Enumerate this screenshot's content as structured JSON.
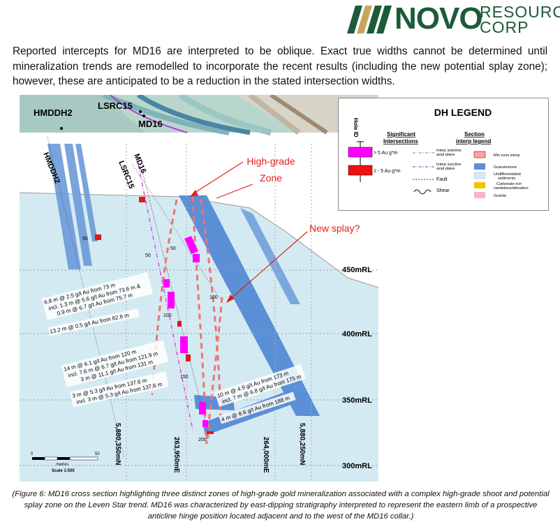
{
  "logo": {
    "brand": "NOVO",
    "line1": "RESOURCES",
    "line2": "CORP"
  },
  "intro_text": "Reported intercepts for MD16 are interpreted to be oblique. Exact true widths cannot be determined until mineralization trends are remodelled to incorporate the recent results (including the new potential splay zone); however, these are anticipated to be a reduction in the stated intersection widths.",
  "map_labels": {
    "hole_a": "HMDDH2",
    "hole_b": "LSRC15",
    "hole_c": "MD16"
  },
  "section": {
    "collar_labels": [
      "HMDDH2",
      "LSRC15",
      "MD16"
    ],
    "depth_marks": [
      "50",
      "50",
      "50",
      "100",
      "100",
      "150",
      "200"
    ],
    "rl_labels": [
      "450mRL",
      "400mRL",
      "350mRL",
      "300mRL"
    ],
    "easting_labels": [
      "5,880,350mN",
      "263,950mE",
      "264,000mE",
      "5,880,250mN"
    ],
    "callout_high_grade": [
      "High-grade",
      "Zone"
    ],
    "callout_splay": "New splay?",
    "intercepts": [
      [
        "6.8 m @ 2.5 g/t Au from 73 m",
        "incl. 1.3 m @ 5.6 g/t Au from 73.6 m &",
        "0.9 m @ 6.7 g/t Au from 75.7 m"
      ],
      [
        "13.2 m @ 0.5 g/t Au from 82.8 m"
      ],
      [
        "14 m @ 6.1 g/t Au from 120 m",
        "incl. 7.6 m @ 6.7 g/t Au from 121.9 m",
        "3 m @ 11.1 g/t Au from 131 m"
      ],
      [
        "3 m @ 5.3 g/t Au from 137.6 m",
        "incl. 3 m @ 5.3 g/t Au from 137.6 m"
      ],
      [
        "10 m @ 4.9 g/t Au from 173 m",
        "incl. 7 m @ 6.8 g/t Au from 175 m"
      ],
      [
        "4 m @ 8.6 g/t Au from 188 m"
      ]
    ],
    "scale": {
      "zero": "0",
      "fifty": "50",
      "unit": "metres",
      "ratio": "Scale 1:500"
    }
  },
  "legend": {
    "title": "DH LEGEND",
    "hole_id": "Hole ID",
    "sig_title": [
      "Significant",
      "Intersections"
    ],
    "sig_items": [
      "> 5 Au g*m",
      "1 - 5 Au g*m"
    ],
    "sec_title": [
      "Section",
      "interp legend"
    ],
    "line_items": [
      [
        "Interp anticline",
        "axial plane"
      ],
      [
        "Interp syncline",
        "axial plane"
      ],
      [
        "Fault"
      ],
      [
        "Shear"
      ]
    ],
    "fill_items": [
      [
        "Min zone interp"
      ],
      [
        "Granulestone"
      ],
      [
        "Undifferentiated",
        "sediments"
      ],
      [
        "Carbonate rich",
        "sandstone/alteration"
      ],
      [
        "Granite"
      ]
    ],
    "colors": {
      "high": "#ff00ff",
      "mid": "#ee1111",
      "granule": "#5b8fd6",
      "sediment": "#d4eaf2",
      "carbonate": "#f2c200",
      "granite": "#f4b4d2",
      "minzone": "#f4a6a6"
    }
  },
  "caption": "(Figure 6: MD16 cross section highlighting three distinct zones of high-grade gold mineralization associated with a complex high-grade shoot and potential splay zone on the Leven Star trend. MD16 was characterized by east-dipping stratigraphy interpreted to represent the eastern limb of a prospective anticline hinge position located adjacent and to the west of the MD16 collar.)"
}
